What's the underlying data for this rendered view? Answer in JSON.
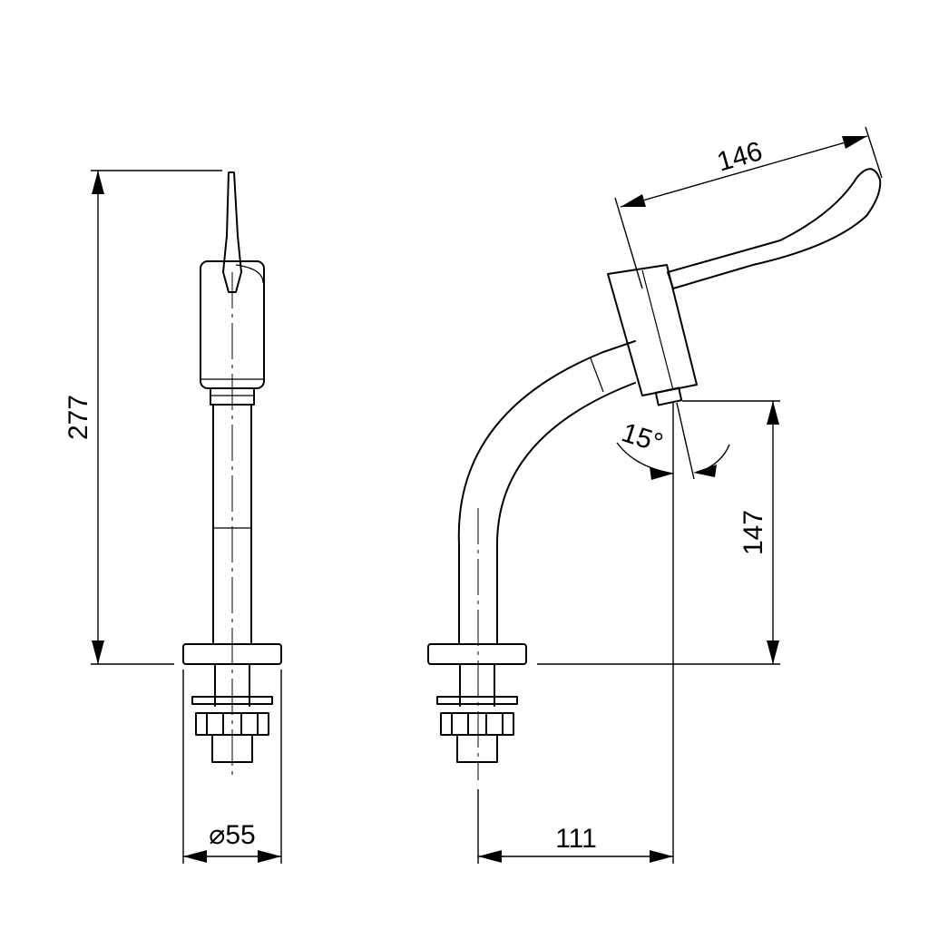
{
  "dimensions": {
    "total_height": "277",
    "base_diameter": "⌀55",
    "spout_reach": "111",
    "spout_height": "147",
    "lever_length": "146",
    "outlet_angle": "15°"
  }
}
